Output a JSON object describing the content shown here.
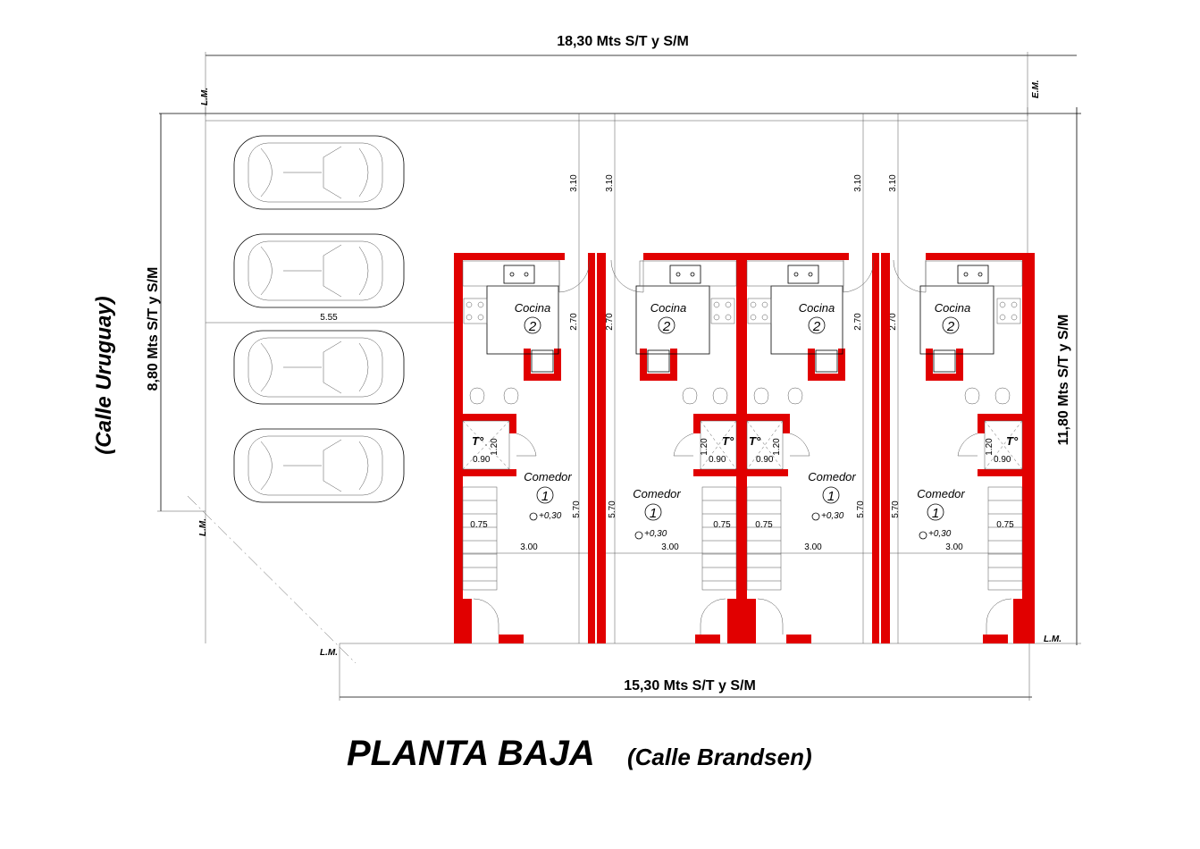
{
  "dimensions": {
    "top": "18,30 Mts  S/T y S/M",
    "bottom": "15,30 Mts  S/T y S/M",
    "left": "8,80 Mts  S/T y S/M",
    "right": "11,80 Mts  S/T y S/M",
    "parking_depth": "5.55",
    "setback": "3.10",
    "kitchen_depth": "2.70",
    "dining_depth": "5.70",
    "width_300": "3.00",
    "stair_width": "0.75",
    "bath_w": "0.90",
    "bath_h": "1.20"
  },
  "markers": {
    "lm": "L.M.",
    "em": "E.M."
  },
  "street_left": "(Calle Uruguay)",
  "title": "PLANTA BAJA",
  "subtitle": "(Calle Brandsen)",
  "rooms": {
    "kitchen": "Cocina",
    "kitchen_num": "2",
    "dining": "Comedor",
    "dining_num": "1",
    "bath": "T°",
    "level": "+0,30"
  },
  "colors": {
    "walls": "#e10000",
    "lines": "#000000"
  }
}
